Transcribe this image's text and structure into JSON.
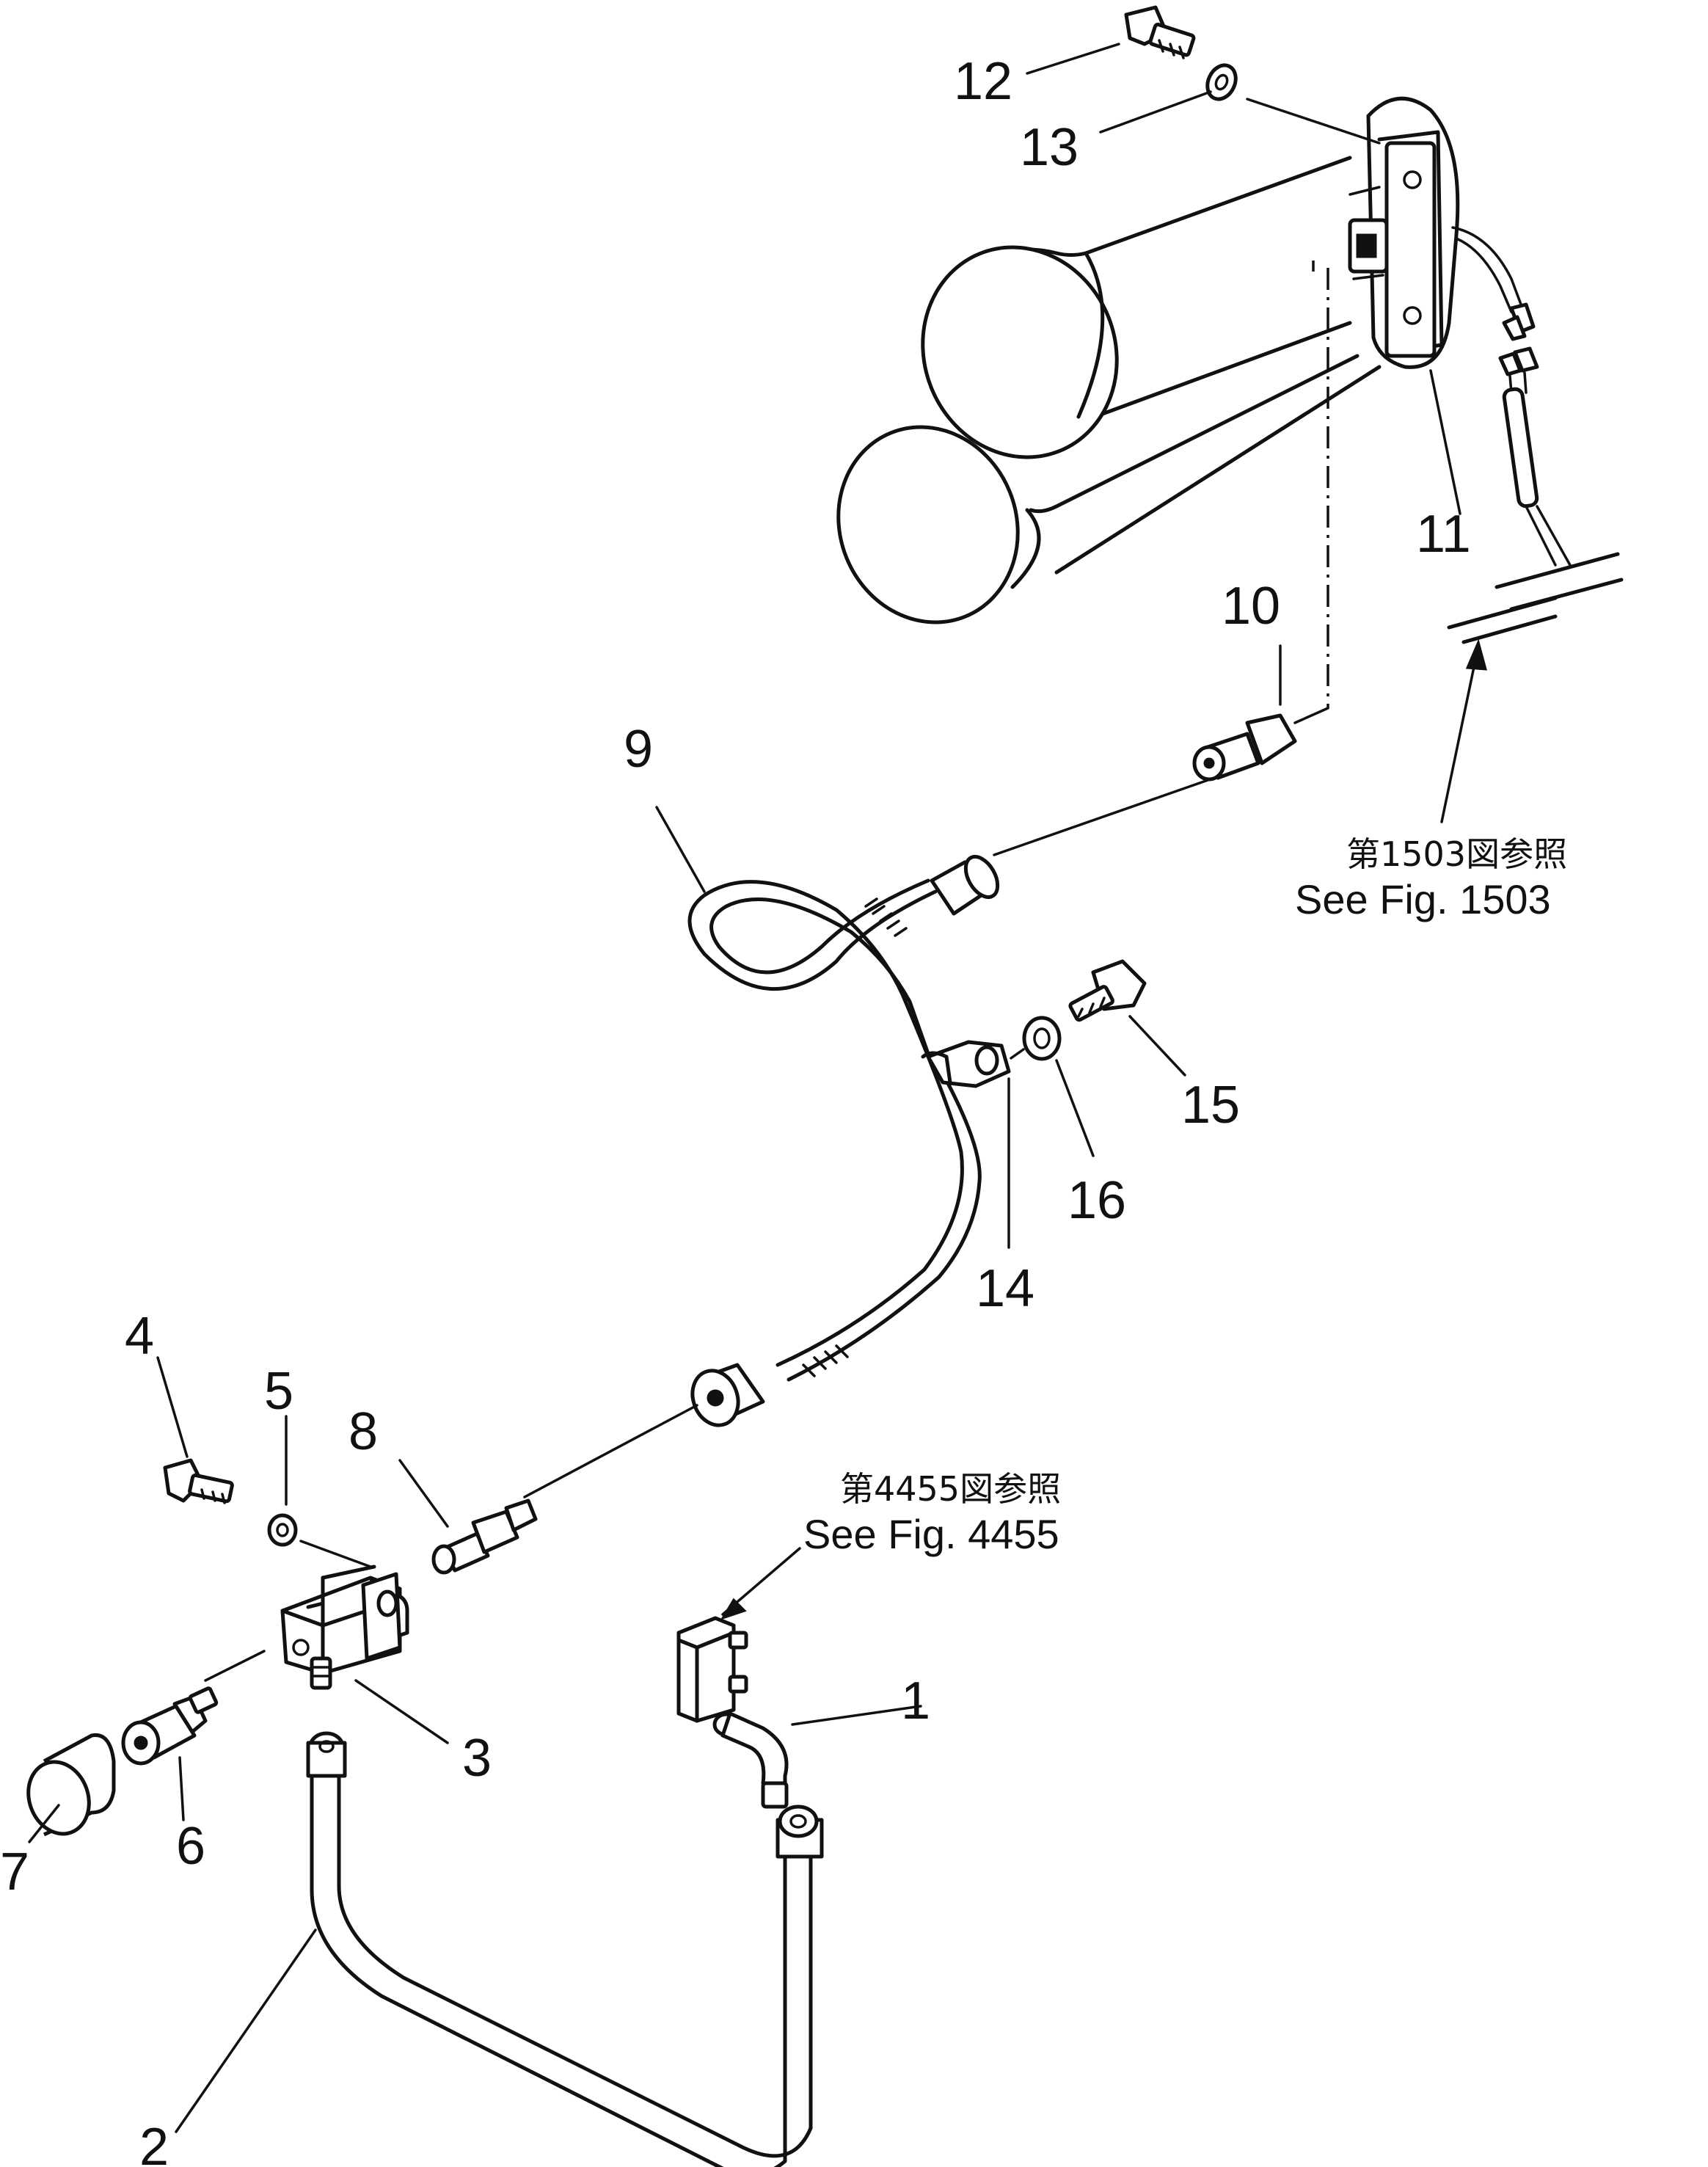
{
  "callouts": {
    "c1": "1",
    "c2": "2",
    "c3": "3",
    "c4": "4",
    "c5": "5",
    "c6": "6",
    "c7": "7",
    "c8": "8",
    "c9": "9",
    "c10": "10",
    "c11": "11",
    "c12": "12",
    "c13": "13",
    "c14": "14",
    "c15": "15",
    "c16": "16"
  },
  "references": {
    "fig1503_jp": "第1503図参照",
    "fig1503_en": "See Fig. 1503",
    "fig4455_jp": "第4455図参照",
    "fig4455_en": "See Fig. 4455"
  }
}
